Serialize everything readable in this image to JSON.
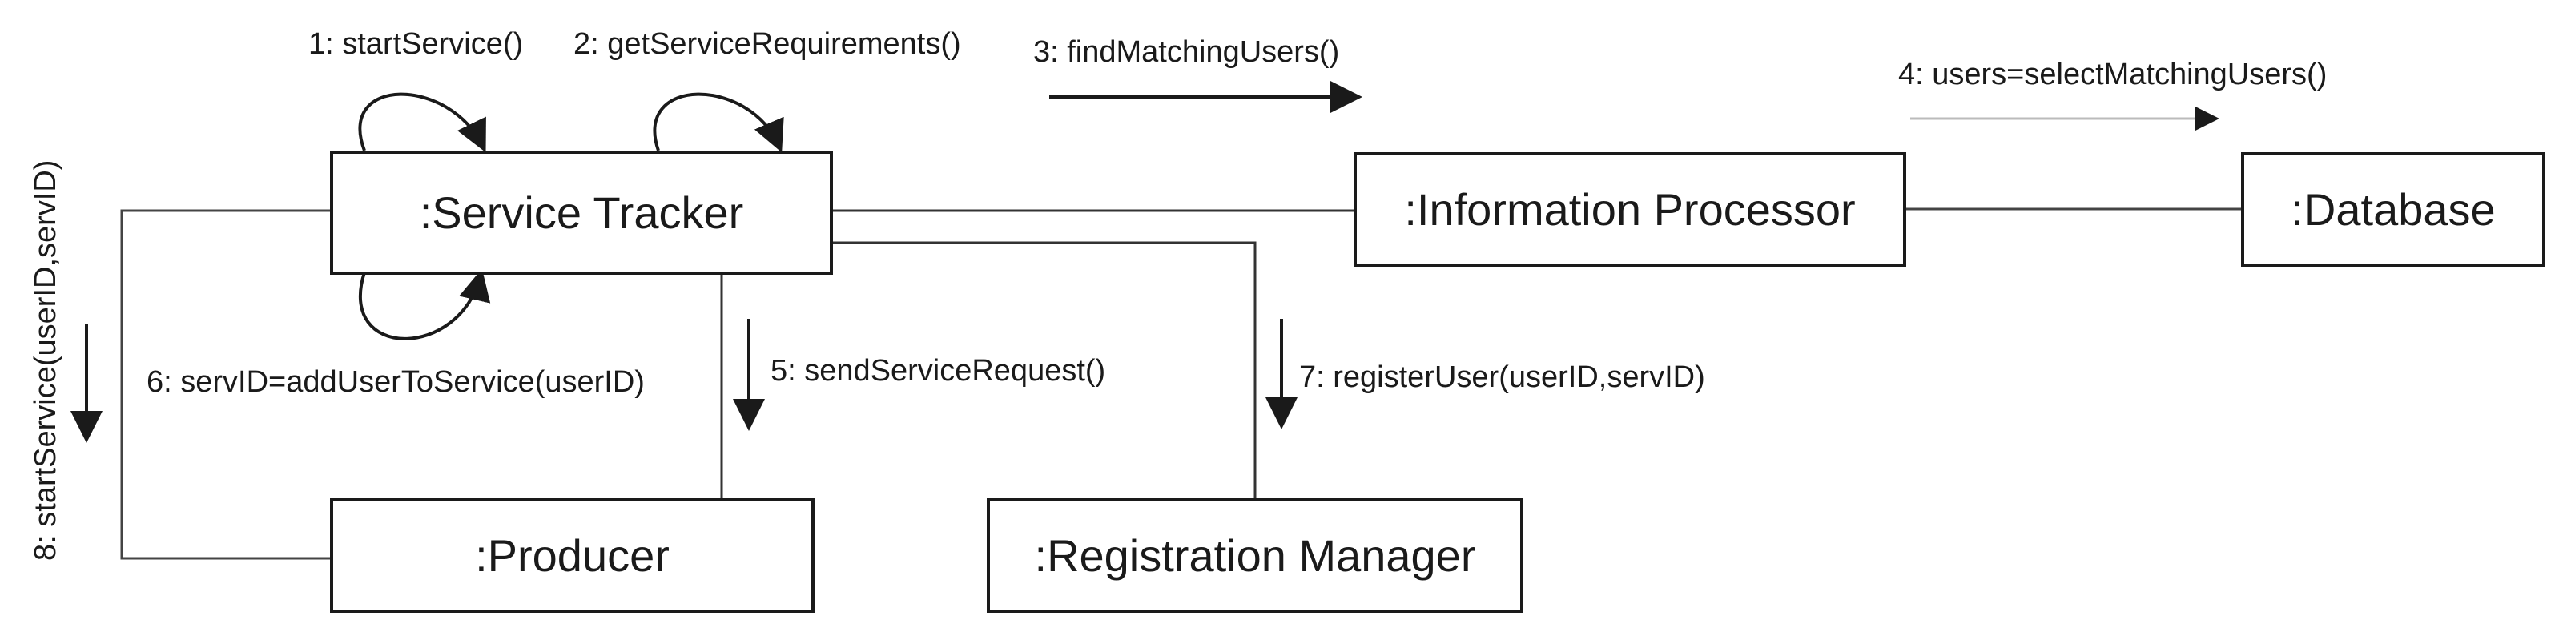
{
  "objects": {
    "service_tracker": ":Service Tracker",
    "information_processor": ":Information Processor",
    "database": ":Database",
    "producer": ":Producer",
    "registration_manager": ":Registration Manager"
  },
  "messages": {
    "m1": "1: startService()",
    "m2": "2: getServiceRequirements()",
    "m3": "3: findMatchingUsers()",
    "m4": "4: users=selectMatchingUsers()",
    "m5": "5: sendServiceRequest()",
    "m6": "6: servID=addUserToService(userID)",
    "m7": "7: registerUser(userID,servID)",
    "m8": "8: startService(userID,servID)"
  }
}
